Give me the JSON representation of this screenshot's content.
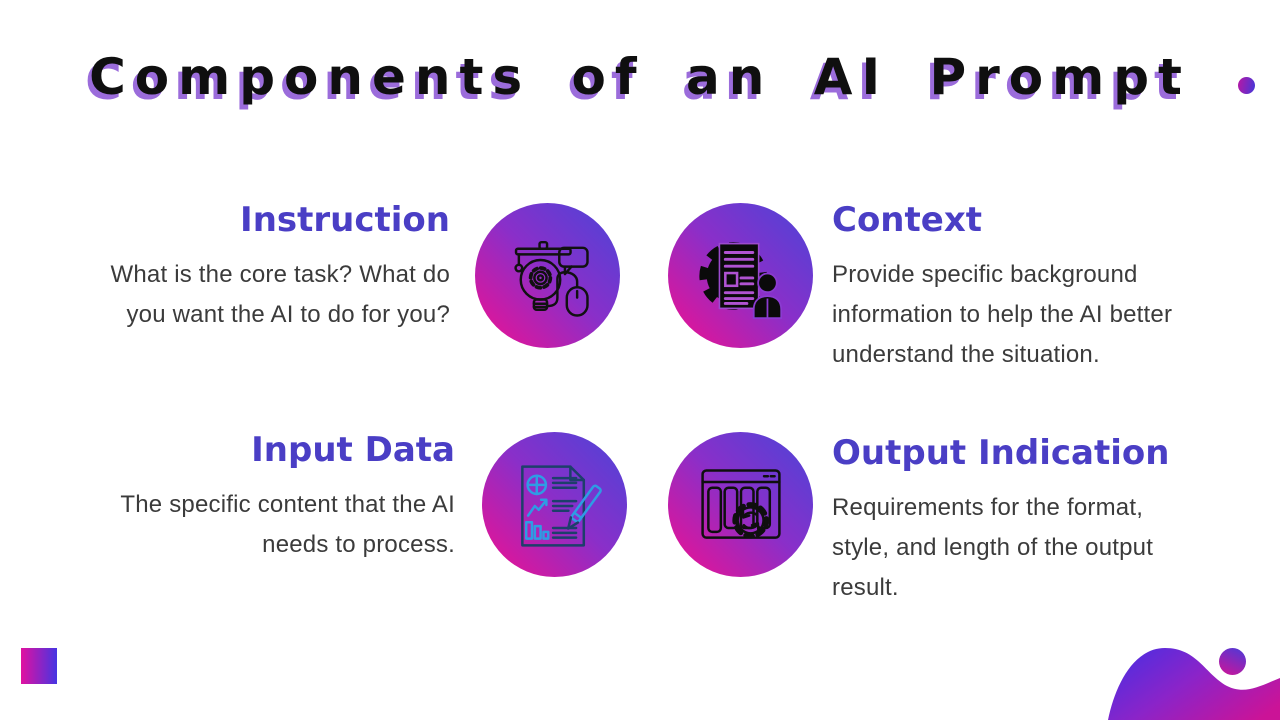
{
  "title": {
    "text": "Components of an AI Prompt"
  },
  "sections": [
    {
      "id": "instruction",
      "heading": "Instruction",
      "body": "What is the core task? What do\nyou want the AI to do for you?",
      "icon": "graduation-bulb-mouse-icon"
    },
    {
      "id": "context",
      "heading": "Context",
      "body": "Provide specific background\ninformation to help the AI better\nunderstand the situation.",
      "icon": "gear-document-person-icon"
    },
    {
      "id": "input-data",
      "heading": "Input Data",
      "body": "The specific content that the AI\nneeds to process.",
      "icon": "document-charts-pencil-icon"
    },
    {
      "id": "output-indication",
      "heading": "Output Indication",
      "body": "Requirements for the format,\nstyle, and length of the output\nresult.",
      "icon": "window-gear-refresh-icon"
    }
  ],
  "colors": {
    "heading_purple": "#4a3ec5",
    "title_text": "#0f0f0f",
    "title_shadow": "#9b6cdb",
    "body_text": "#3b3b3b",
    "circle_gradient_start": "#f20f8f",
    "circle_gradient_end": "#4b44d8",
    "icon_navy": "#1d3f6b",
    "icon_light_blue": "#2e9ce4",
    "icon_black": "#111111"
  }
}
